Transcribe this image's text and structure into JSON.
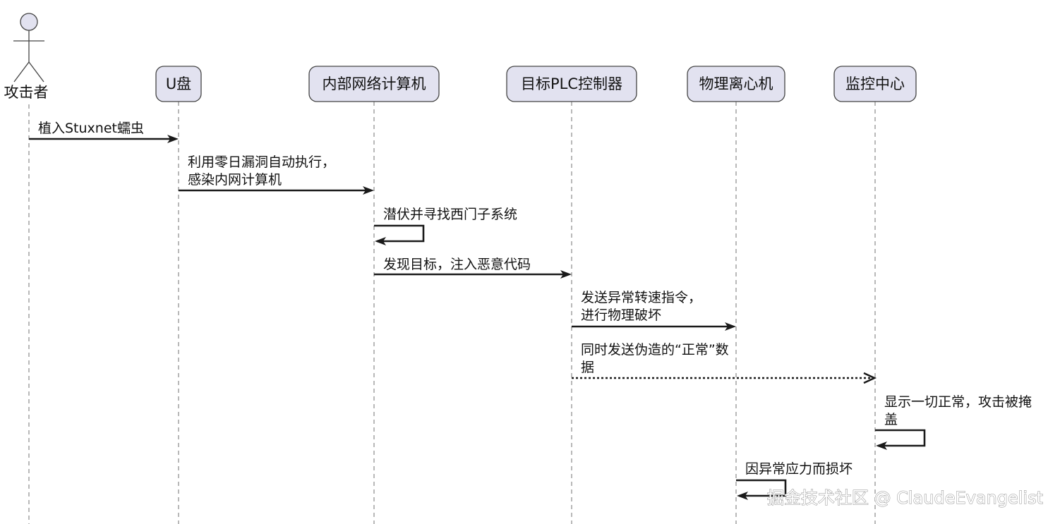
{
  "participants": [
    {
      "id": "attacker",
      "label": "攻击者",
      "kind": "actor"
    },
    {
      "id": "usb",
      "label": "U盘",
      "kind": "box"
    },
    {
      "id": "internal_pc",
      "label": "内部网络计算机",
      "kind": "box"
    },
    {
      "id": "plc",
      "label": "目标PLC控制器",
      "kind": "box"
    },
    {
      "id": "centrifuge",
      "label": "物理离心机",
      "kind": "box"
    },
    {
      "id": "monitor",
      "label": "监控中心",
      "kind": "box"
    }
  ],
  "messages": [
    {
      "from": "attacker",
      "to": "usb",
      "lines": [
        "植入Stuxnet蠕虫"
      ],
      "style": "solid"
    },
    {
      "from": "usb",
      "to": "internal_pc",
      "lines": [
        "利用零日漏洞自动执行，",
        "感染内网计算机"
      ],
      "style": "solid"
    },
    {
      "from": "internal_pc",
      "to": "internal_pc",
      "lines": [
        "潜伏并寻找西门子系统"
      ],
      "style": "solid"
    },
    {
      "from": "internal_pc",
      "to": "plc",
      "lines": [
        "发现目标，注入恶意代码"
      ],
      "style": "solid"
    },
    {
      "from": "plc",
      "to": "centrifuge",
      "lines": [
        "发送异常转速指令，",
        "进行物理破坏"
      ],
      "style": "solid"
    },
    {
      "from": "plc",
      "to": "monitor",
      "lines": [
        "同时发送伪造的“正常”数",
        "据"
      ],
      "style": "dotted"
    },
    {
      "from": "monitor",
      "to": "monitor",
      "lines": [
        "显示一切正常，攻击被掩",
        "盖"
      ],
      "style": "solid"
    },
    {
      "from": "centrifuge",
      "to": "centrifuge",
      "lines": [
        "因异常应力而损坏"
      ],
      "style": "solid"
    }
  ],
  "watermark": "掘金技术社区 @ ClaudeEvangelist"
}
